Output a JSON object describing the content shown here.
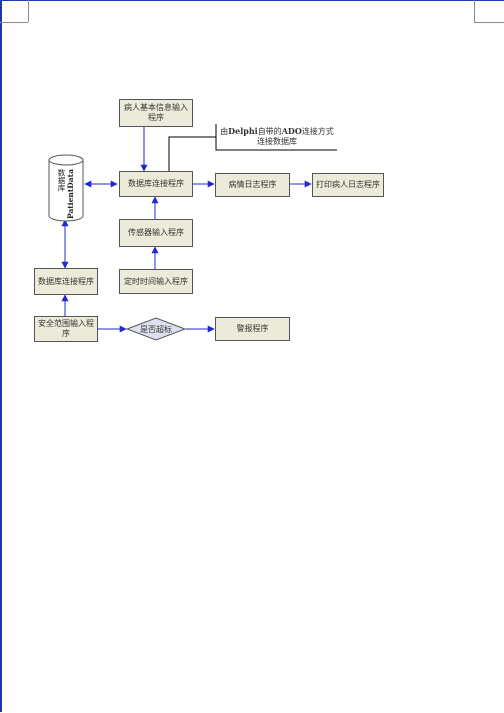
{
  "diagram": {
    "nodes": {
      "patient_info_input": "病人基本信息输入程序",
      "db_connect_main": "数据库连接程序",
      "sensor_input": "传感器输入程序",
      "timer_input": "定时时间输入程序",
      "condition_log": "病情日志程序",
      "print_log": "打印病人日志程序",
      "database": "数据库",
      "database_name": "PatientData",
      "db_connect_left": "数据库连接程序",
      "safe_range_input": "安全范围输入程序",
      "over_limit_decision": "是否超标",
      "alarm": "警报程序"
    },
    "annotation": {
      "prefix": "由",
      "delphi": "Delphi",
      "middle": "自带的",
      "ado": "ADO",
      "suffix": "连接方式",
      "line2": "连接数据库"
    }
  }
}
